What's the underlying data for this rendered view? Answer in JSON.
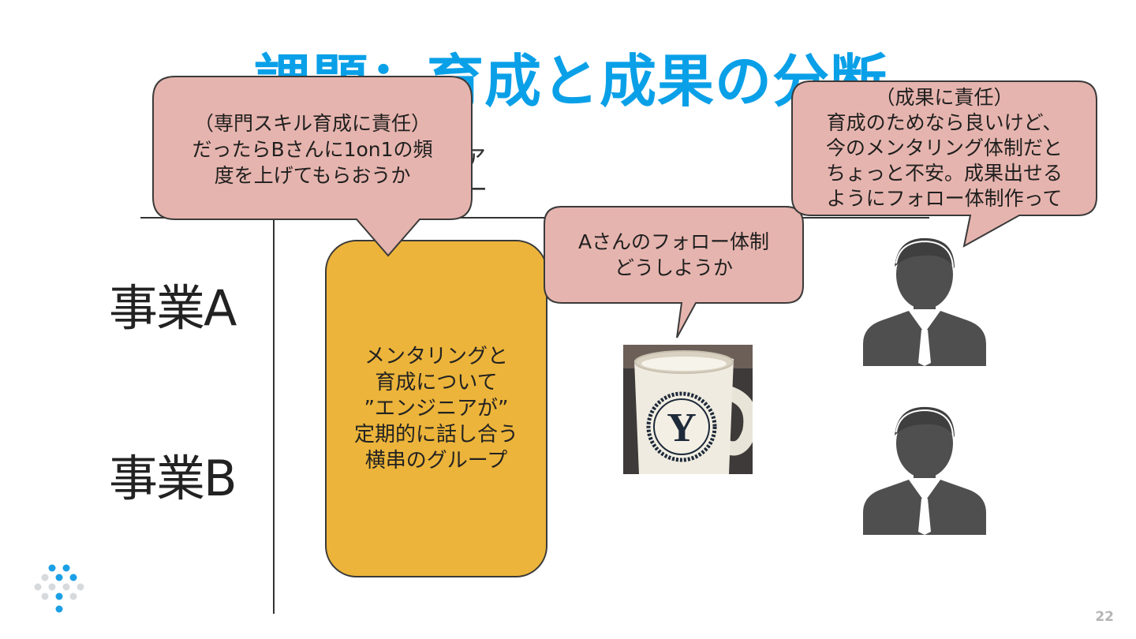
{
  "slide": {
    "title": "課題：育成と成果の分断",
    "page_number": "22",
    "header_partial_1": "ア",
    "header_partial_2": "ー"
  },
  "rows": {
    "a_label": "事業A",
    "b_label": "事業B"
  },
  "group_box": {
    "lines": [
      "メンタリングと",
      "育成について",
      "”エンジニアが”",
      "定期的に話し合う",
      "横串のグループ"
    ]
  },
  "bubbles": {
    "left": {
      "lines": [
        "（専門スキル育成に責任）",
        "だったらBさんに1on1の頻",
        "度を上げてもらおうか"
      ]
    },
    "middle": {
      "lines": [
        "Aさんのフォロー体制",
        "どうしようか"
      ]
    },
    "right": {
      "lines": [
        "（成果に責任）",
        "育成のためなら良いけど、",
        "今のメンタリング体制だと",
        "ちょっと不安。成果出せる",
        "ようにフォロー体制作って"
      ]
    }
  },
  "photo": {
    "mug_letter": "Y"
  },
  "icons": {
    "person_top": "person-icon",
    "person_bottom": "person-icon",
    "logo": "dot-grid-logo"
  },
  "colors": {
    "title": "#0aa0e8",
    "bubble_fill": "#e6b4ae",
    "group_fill": "#ecb43a",
    "person": "#4f4f4f"
  }
}
